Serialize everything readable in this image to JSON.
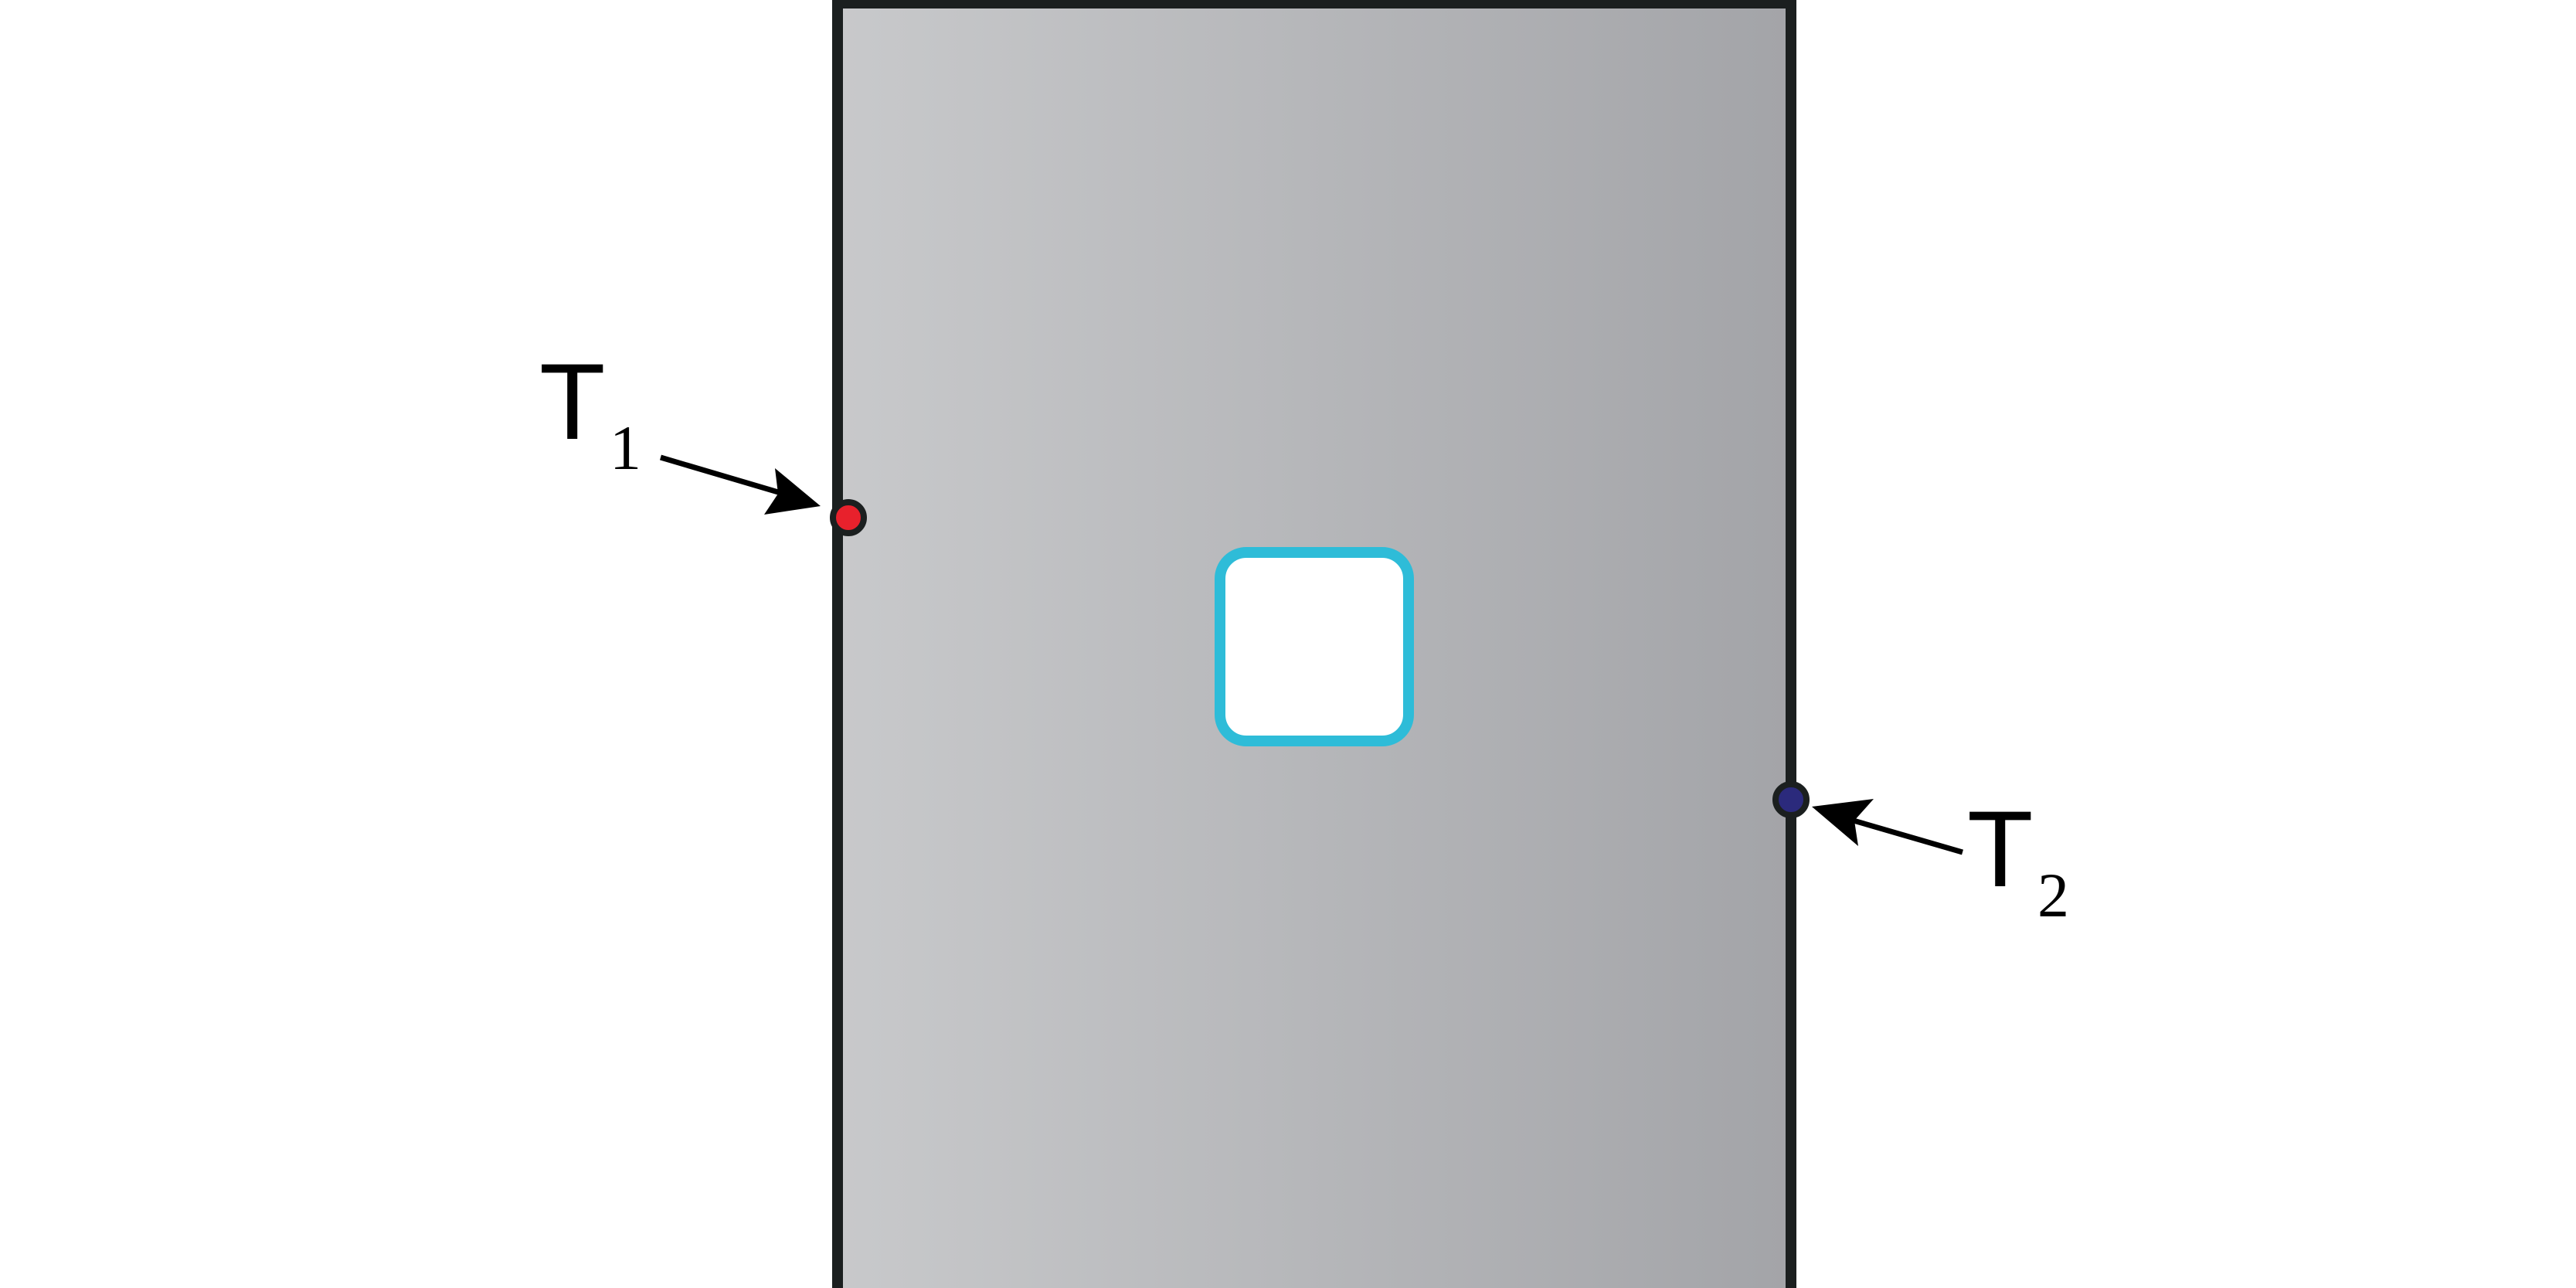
{
  "diagram": {
    "labels": {
      "left": {
        "main": "T",
        "subscript": "1"
      },
      "right": {
        "main": "T",
        "subscript": "2"
      }
    },
    "colors": {
      "background": "#ffffff",
      "slab_border": "#1b1f1f",
      "slab_gradient_light": "#c8c9cb",
      "slab_gradient_dark": "#a3a4a8",
      "window_border": "#2ebcd8",
      "window_fill": "#ffffff",
      "point_hot": "#e8212c",
      "point_cold": "#2b2a7c",
      "arrow": "#000000"
    }
  }
}
